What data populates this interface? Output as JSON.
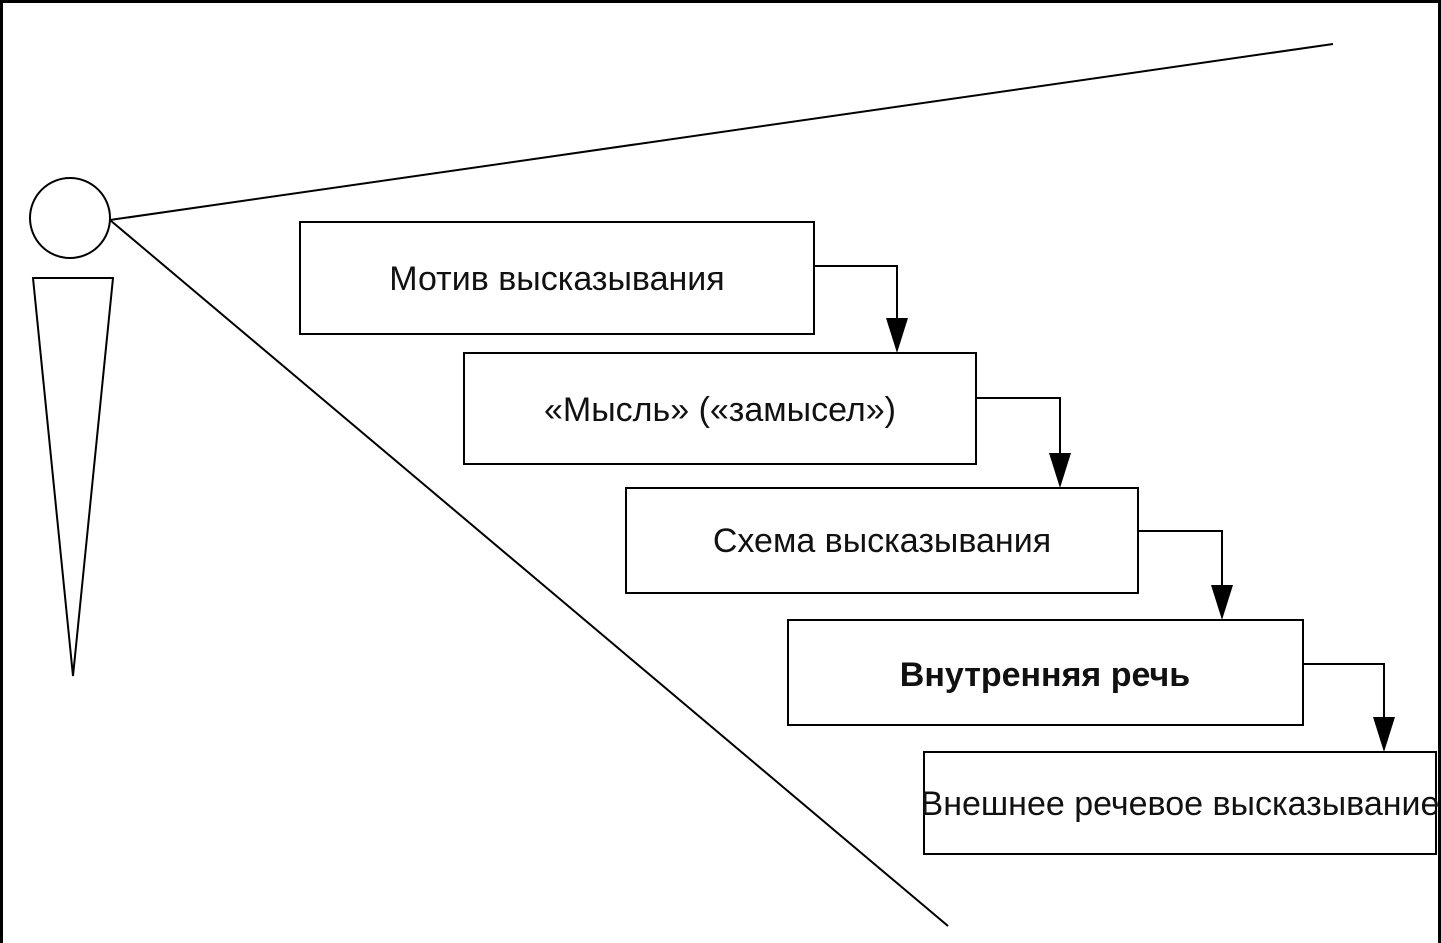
{
  "diagram": {
    "steps": [
      {
        "label": "Мотив высказывания",
        "bold": false
      },
      {
        "label": "«Мысль» («замысел»)",
        "bold": false
      },
      {
        "label": "Схема высказывания",
        "bold": false
      },
      {
        "label": "Внутренняя речь",
        "bold": true
      },
      {
        "label": "Внешнее речевое высказывание",
        "bold": false
      }
    ]
  }
}
